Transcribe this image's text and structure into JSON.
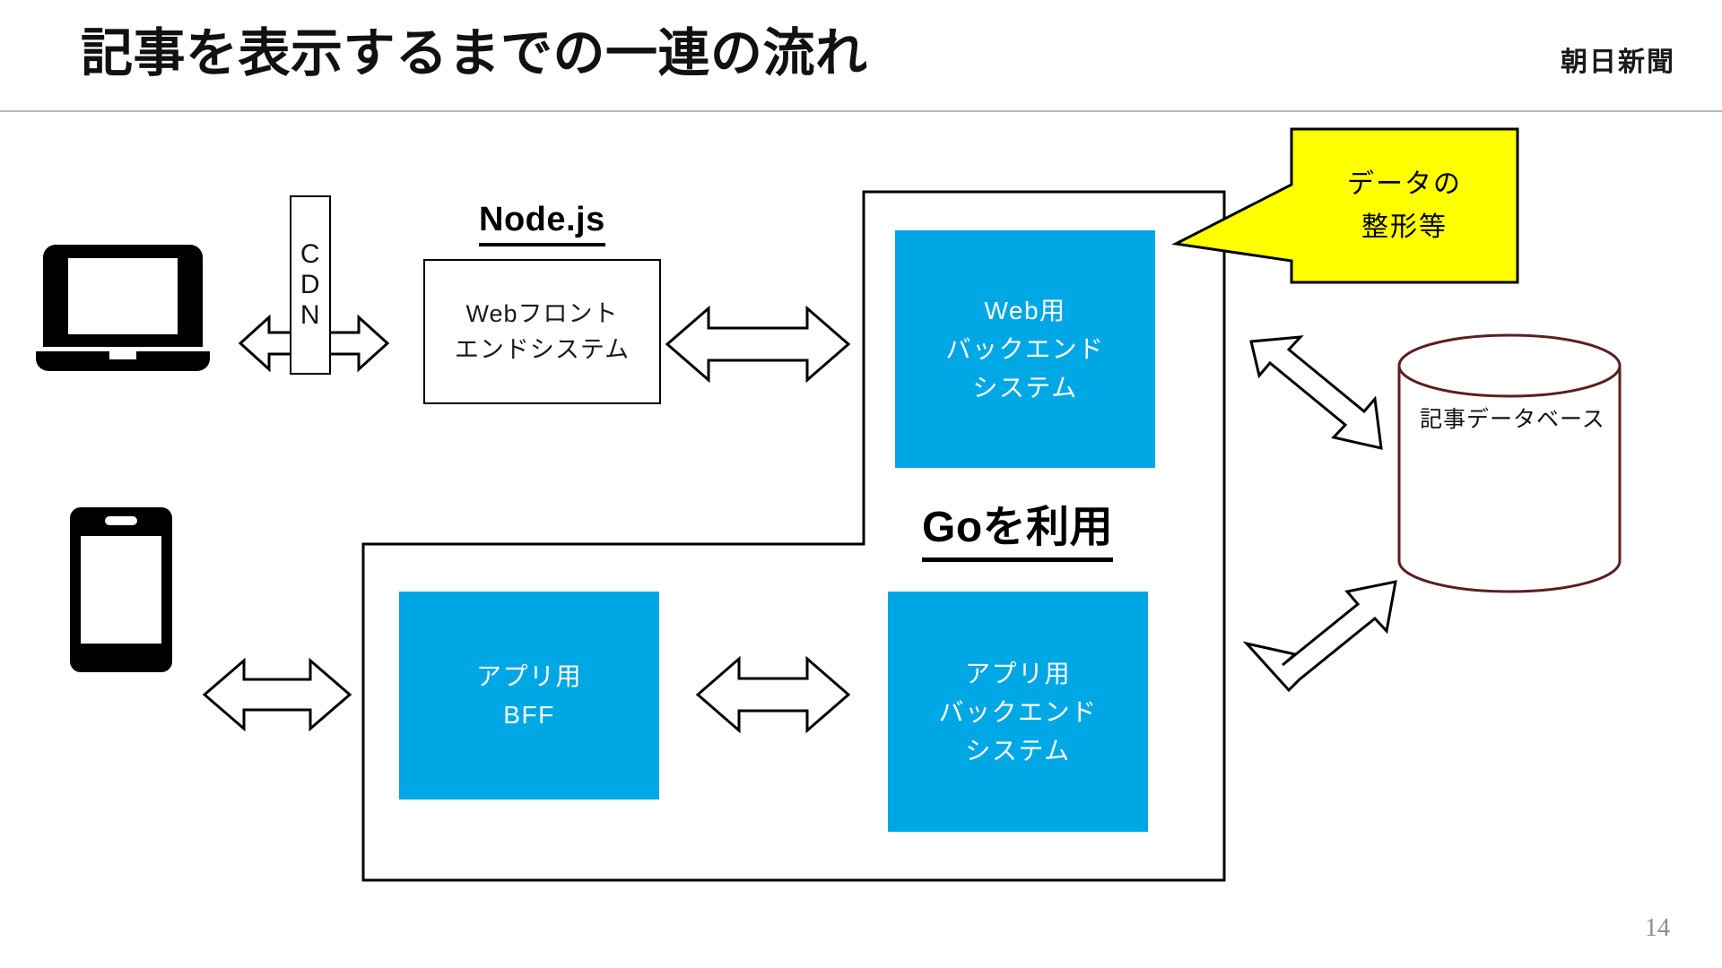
{
  "header": {
    "title": "記事を表示するまでの一連の流れ",
    "brand": "朝日新聞"
  },
  "footer": {
    "page_number": "14"
  },
  "colors": {
    "blue_node": "#00a7e5",
    "yellow_callout": "#ffff00",
    "database_stroke": "#5b1f1f",
    "outline": "#000000",
    "divider": "#b9b9b9",
    "page_number": "#8d8d8d"
  },
  "diagram": {
    "type": "architecture-flow",
    "clients": [
      {
        "name": "laptop",
        "icon": "laptop-icon"
      },
      {
        "name": "smartphone",
        "icon": "smartphone-icon"
      }
    ],
    "cdn": {
      "label": "C\nD\nN",
      "label_plain": "CDN"
    },
    "tech_labels": [
      {
        "id": "nodejs",
        "text": "Node.js"
      },
      {
        "id": "go",
        "text": "Goを利用"
      }
    ],
    "nodes": [
      {
        "id": "web-frontend",
        "style": "white",
        "lines": [
          "Webフロント",
          "エンドシステム"
        ]
      },
      {
        "id": "web-backend",
        "style": "blue",
        "lines": [
          "Web用",
          "バックエンド",
          "システム"
        ]
      },
      {
        "id": "app-bff",
        "style": "blue",
        "lines": [
          "アプリ用",
          "BFF"
        ]
      },
      {
        "id": "app-backend",
        "style": "blue",
        "lines": [
          "アプリ用",
          "バックエンド",
          "システム"
        ]
      }
    ],
    "callout": {
      "id": "data-shaping",
      "lines": [
        "データの",
        "整形等"
      ]
    },
    "database": {
      "id": "article-database",
      "label": "記事データベース"
    },
    "connectors": [
      {
        "id": "laptop-cdn",
        "kind": "double-arrow",
        "orientation": "horizontal"
      },
      {
        "id": "cdn-webfrontend",
        "kind": "double-arrow",
        "orientation": "horizontal"
      },
      {
        "id": "webfrontend-webbackend",
        "kind": "double-arrow",
        "orientation": "horizontal"
      },
      {
        "id": "phone-bff",
        "kind": "double-arrow",
        "orientation": "horizontal"
      },
      {
        "id": "bff-appbackend",
        "kind": "double-arrow",
        "orientation": "horizontal"
      },
      {
        "id": "webbackend-database",
        "kind": "double-arrow",
        "orientation": "diagonal"
      },
      {
        "id": "appbackend-database",
        "kind": "double-arrow",
        "orientation": "diagonal"
      }
    ]
  }
}
